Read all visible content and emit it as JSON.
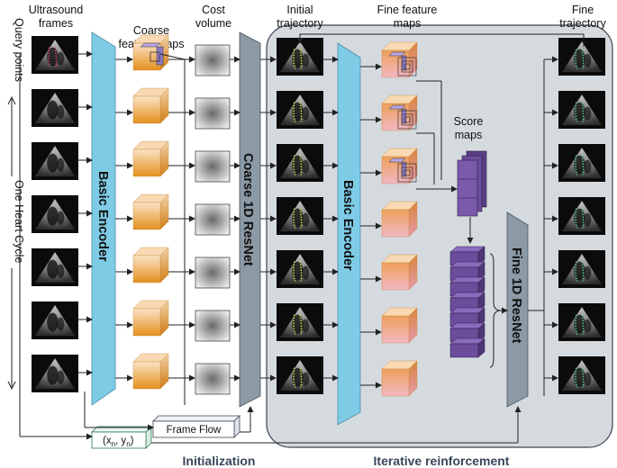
{
  "labels": {
    "ultrasound_frames_1": "Ultrasound",
    "ultrasound_frames_2": "frames",
    "coarse_maps_1": "Coarse",
    "coarse_maps_2": "feature maps",
    "cost_volume_1": "Cost",
    "cost_volume_2": "volume",
    "initial_traj_1": "Initial",
    "initial_traj_2": "trajectory",
    "fine_maps_1": "Fine feature",
    "fine_maps_2": "maps",
    "fine_traj_1": "Fine",
    "fine_traj_2": "trajectory",
    "score_maps_1": "Score",
    "score_maps_2": "maps",
    "query_points": "Query points",
    "one_heart_cycle": "One Heart Cycle",
    "basic_encoder": "Basic Encoder",
    "coarse_resnet": "Coarse 1D ResNet",
    "basic_encoder_2": "Basic Encoder",
    "fine_resnet": "Fine 1D ResNet",
    "frame_flow": "Frame Flow",
    "coord_x": "(x",
    "coord_sub_x": "n",
    "coord_sep": ", y",
    "coord_sub_y": "n",
    "coord_end": ")",
    "initialization": "Initialization",
    "iterative_reinforcement": "Iterative reinforcement"
  },
  "frames_count": 7,
  "colors": {
    "encoder": "#7ecbe6",
    "resnet": "#8c9aa6",
    "panel": "#d5dadf",
    "cube_top": "#f6c08a",
    "cube_bottom": "#e4901f",
    "score": "#6b4d9b",
    "contour_query": "#e0457a",
    "contour_initial": "#e6e34a",
    "contour_fine": "#4fd08a"
  }
}
